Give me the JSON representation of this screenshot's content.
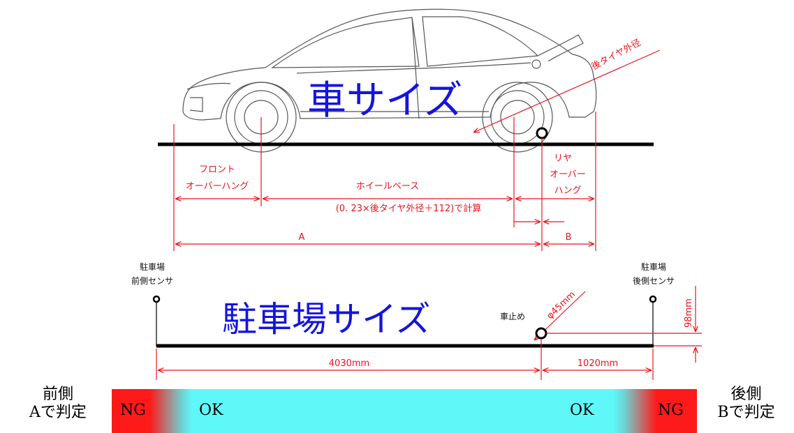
{
  "car": {
    "title": "車サイズ",
    "label_rear_tire": "後タイヤ外径",
    "label_front_overhang_1": "フロント",
    "label_front_overhang_2": "オーバーハング",
    "label_wheelbase": "ホイールベース",
    "label_rear_overhang_1": "リヤ",
    "label_rear_overhang_2": "オーバー",
    "label_rear_overhang_3": "ハング",
    "label_formula": "(0. 23×後タイヤ外径＋112)で計算",
    "label_a": "A",
    "label_b": "B"
  },
  "parking": {
    "title": "駐車場サイズ",
    "front_sensor_1": "駐車場",
    "front_sensor_2": "前側センサ",
    "rear_sensor_1": "駐車場",
    "rear_sensor_2": "後側センサ",
    "wheel_stop": "車止め",
    "stop_diameter": "φ45mm",
    "stop_height": "98mm",
    "dim_front": "4030mm",
    "dim_rear": "1020mm"
  },
  "judgement": {
    "left_label_1": "前側",
    "left_label_2": "Aで判定",
    "right_label_1": "後側",
    "right_label_2": "Bで判定",
    "left_ng": "NG",
    "left_ok": "OK",
    "right_ok": "OK",
    "right_ng": "NG",
    "colors": {
      "ng": "#ff1a1a",
      "ok": "#5ff8f8"
    }
  }
}
